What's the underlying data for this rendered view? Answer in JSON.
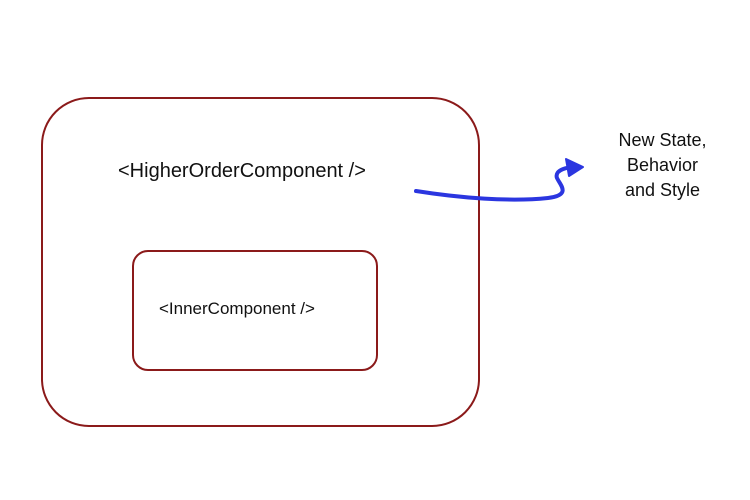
{
  "diagram": {
    "outer_component": {
      "label": "<HigherOrderComponent />",
      "border_color": "#8b1a1a"
    },
    "inner_component": {
      "label": "<InnerComponent />",
      "border_color": "#8b1a1a"
    },
    "arrow": {
      "color": "#2b36e0"
    },
    "result": {
      "lines": [
        "New State,",
        "Behavior",
        "and Style"
      ]
    }
  }
}
